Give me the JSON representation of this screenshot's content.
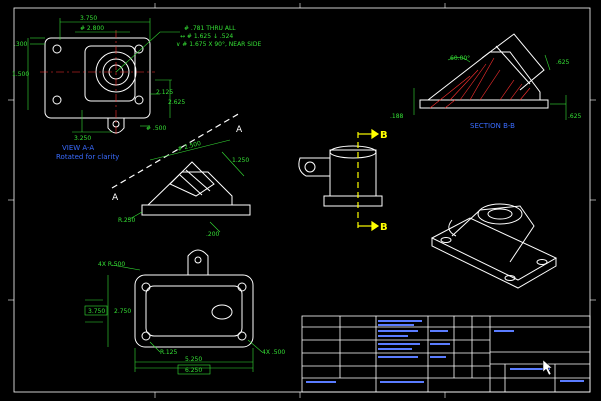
{
  "colors": {
    "background": "#000000",
    "geometry": "#ffffff",
    "dimension": "#35e035",
    "view_label": "#3a6cff",
    "section_line": "#ffff00",
    "hatch": "#ff3030",
    "title_block_text": "#5a7cff"
  },
  "dimensions": {
    "d3750": "3.750",
    "d2800": "# 2.800",
    "hole_note_1": "# .781 THRU ALL",
    "hole_note_2": "↔ # 1.625 ↓ .524",
    "hole_note_3": "∨ # 1.675 X 90°, NEAR SIDE",
    "d300": ".300",
    "d1500": "1.500",
    "d2125": "2.125",
    "d2625": "2.625",
    "d500a": "# .500",
    "d3250": "3.250",
    "d2500": "# 2.500",
    "d1250": "1.250",
    "r250": "R.250",
    "d200": ".200",
    "d600": "60.00°",
    "d625a": ".625",
    "d625b": ".625",
    "d188": ".188",
    "r500": "4X R.500",
    "d3750b": "3.750",
    "d2750": "2.750",
    "r125": "R.125",
    "d5250": "5.250",
    "d6250": "6.250",
    "d4x500": "4X .500"
  },
  "labels": {
    "view_a": "VIEW A-A",
    "rotated": "Rotated for clarity",
    "section": "SECTION B-B",
    "a": "A",
    "b": "B"
  },
  "title_block": {
    "rows": [
      "",
      "",
      "",
      "",
      ""
    ]
  }
}
